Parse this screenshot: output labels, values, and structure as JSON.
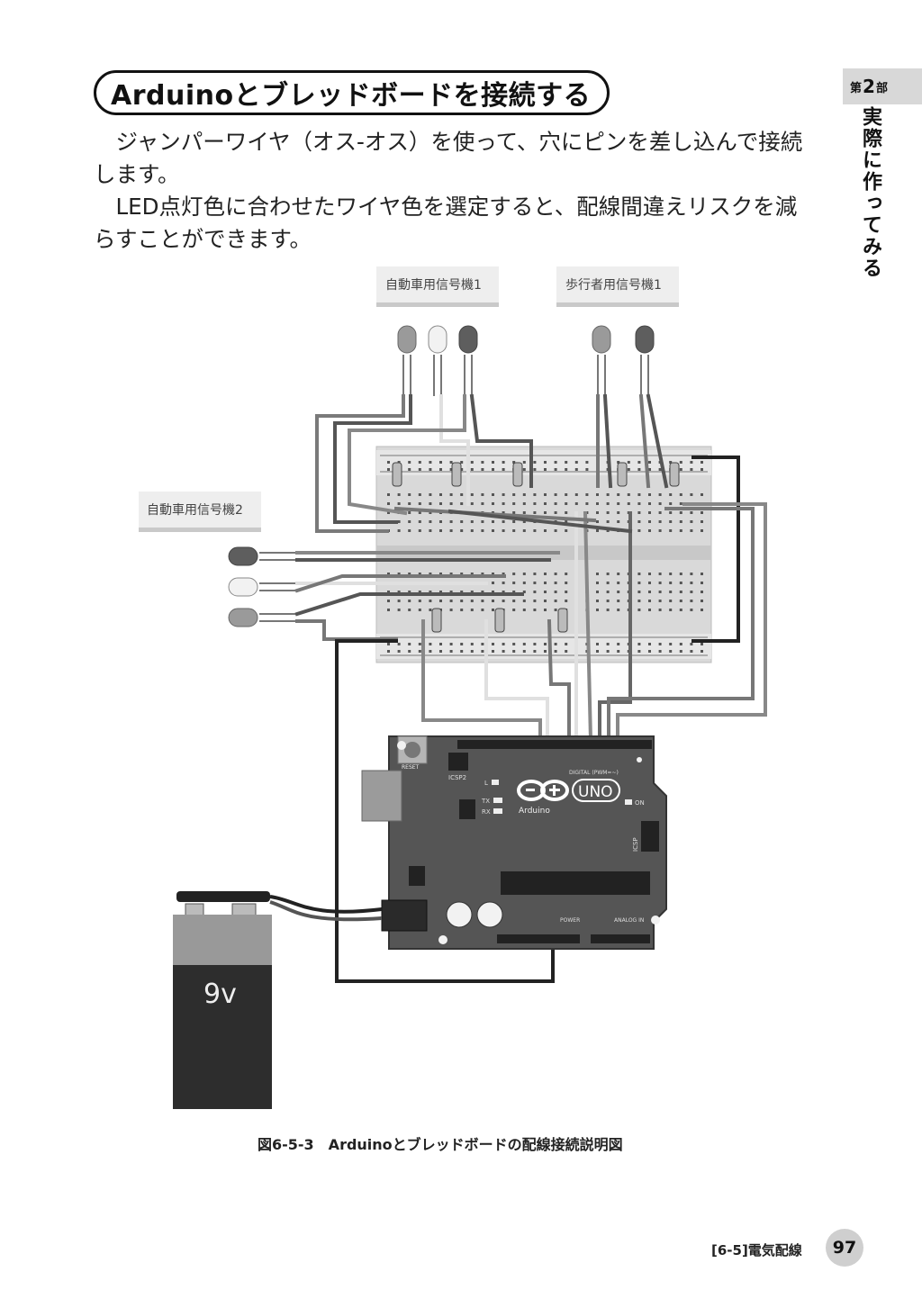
{
  "heading": "Arduinoとブレッドボードを接続する",
  "paragraphs": [
    "　ジャンパーワイヤ（オス-オス）を使って、穴にピンを差し込んで接続します。",
    "　LED点灯色に合わせたワイヤ色を選定すると、配線間違えリスクを減らすことができます。"
  ],
  "side": {
    "part_prefix": "第",
    "part_number": "2",
    "part_suffix": "部",
    "vertical_title": "実際に作ってみる"
  },
  "labels": {
    "car_signal_1": "自動車用信号機1",
    "pedestrian_signal_1": "歩行者用信号機1",
    "car_signal_2": "自動車用信号機2"
  },
  "board": {
    "reset": "RESET",
    "icsp2": "ICSP2",
    "digital": "DIGITAL (PWM=~)",
    "uno": "UNO",
    "arduino": "Arduino",
    "on": "ON",
    "icsp": "ICSP",
    "power": "POWER",
    "analog_in": "ANALOG IN",
    "l": "L",
    "tx": "TX",
    "rx": "RX"
  },
  "battery_label": "9v",
  "caption": "図6-5-3　Arduinoとブレッドボードの配線接続説明図",
  "footer": {
    "section": "[6-5]電気配線",
    "page": "97"
  }
}
